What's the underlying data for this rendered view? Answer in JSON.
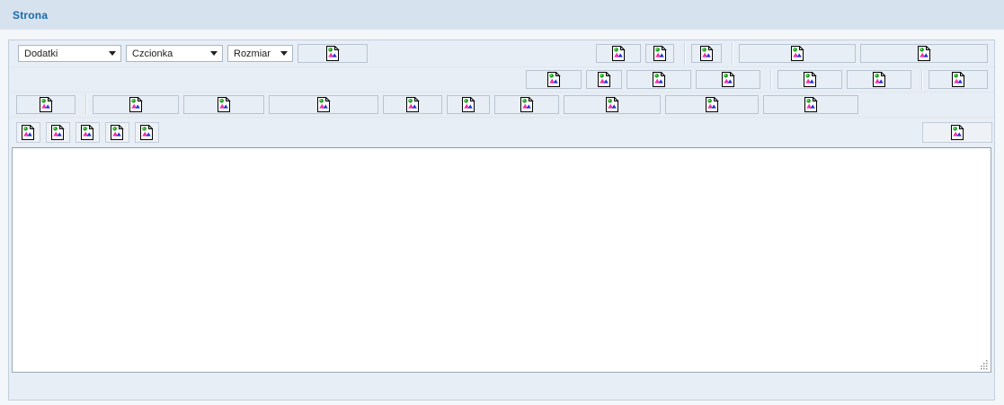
{
  "header": {
    "title": "Strona"
  },
  "editor": {
    "selects": [
      {
        "name": "plugins-select",
        "value": "Dodatki"
      },
      {
        "name": "fontfamily-select",
        "value": "Czcionka"
      },
      {
        "name": "fontsize-select",
        "value": "Rozmiar"
      }
    ],
    "icon_name": "broken-image-icon",
    "rows": [
      {
        "name": "toolbar-row-1",
        "groups": [
          {
            "sep_before": false,
            "buttons": [
              {
                "name": "toolbar-button-1",
                "width": 78
              }
            ]
          },
          {
            "sep_before": false,
            "spacer": true,
            "buttons": []
          },
          {
            "sep_before": false,
            "buttons": [
              {
                "name": "toolbar-button-2",
                "width": 50
              },
              {
                "name": "toolbar-button-3",
                "width": 32
              }
            ]
          },
          {
            "sep_before": true,
            "buttons": [
              {
                "name": "toolbar-button-4",
                "width": 34
              }
            ]
          },
          {
            "sep_before": true,
            "buttons": [
              {
                "name": "toolbar-button-5",
                "width": 130
              }
            ]
          },
          {
            "sep_before": false,
            "buttons": [
              {
                "name": "toolbar-button-6",
                "width": 142
              }
            ]
          }
        ]
      },
      {
        "name": "toolbar-row-2",
        "groups": [
          {
            "sep_before": false,
            "spacer": true,
            "buttons": []
          },
          {
            "sep_before": false,
            "buttons": [
              {
                "name": "toolbar-button-7",
                "width": 62
              },
              {
                "name": "toolbar-button-8",
                "width": 40
              }
            ]
          },
          {
            "sep_before": false,
            "buttons": [
              {
                "name": "toolbar-button-9",
                "width": 72
              },
              {
                "name": "toolbar-button-10",
                "width": 72
              }
            ]
          },
          {
            "sep_before": true,
            "buttons": [
              {
                "name": "toolbar-button-11",
                "width": 72
              },
              {
                "name": "toolbar-button-12",
                "width": 72
              }
            ]
          },
          {
            "sep_before": true,
            "buttons": [
              {
                "name": "toolbar-button-13",
                "width": 66
              }
            ]
          }
        ]
      },
      {
        "name": "toolbar-row-3",
        "groups": [
          {
            "sep_before": false,
            "buttons": [
              {
                "name": "toolbar-button-14",
                "width": 66
              }
            ]
          },
          {
            "sep_before": true,
            "buttons": [
              {
                "name": "toolbar-button-15",
                "width": 96
              },
              {
                "name": "toolbar-button-16",
                "width": 90
              },
              {
                "name": "toolbar-button-17",
                "width": 122
              },
              {
                "name": "toolbar-button-18",
                "width": 66
              },
              {
                "name": "toolbar-button-19",
                "width": 48
              },
              {
                "name": "toolbar-button-20",
                "width": 72
              }
            ]
          },
          {
            "sep_before": false,
            "buttons": [
              {
                "name": "toolbar-button-21",
                "width": 108
              },
              {
                "name": "toolbar-button-22",
                "width": 104
              },
              {
                "name": "toolbar-button-23",
                "width": 106
              }
            ]
          }
        ]
      },
      {
        "name": "toolbar-row-4",
        "groups": [
          {
            "sep_before": false,
            "buttons": [
              {
                "name": "toolbar-button-24",
                "width": 27
              },
              {
                "name": "toolbar-button-25",
                "width": 27
              },
              {
                "name": "toolbar-button-26",
                "width": 27
              },
              {
                "name": "toolbar-button-27",
                "width": 27
              },
              {
                "name": "toolbar-button-28",
                "width": 27
              }
            ]
          },
          {
            "sep_before": false,
            "spacer": true,
            "buttons": []
          },
          {
            "sep_before": false,
            "buttons": [
              {
                "name": "toolbar-button-29",
                "width": 78,
                "wide": true
              }
            ]
          }
        ]
      }
    ],
    "edit_area": {
      "name": "rich-text-edit-area",
      "content": "",
      "resize_grip": "resize-grip-icon"
    }
  }
}
